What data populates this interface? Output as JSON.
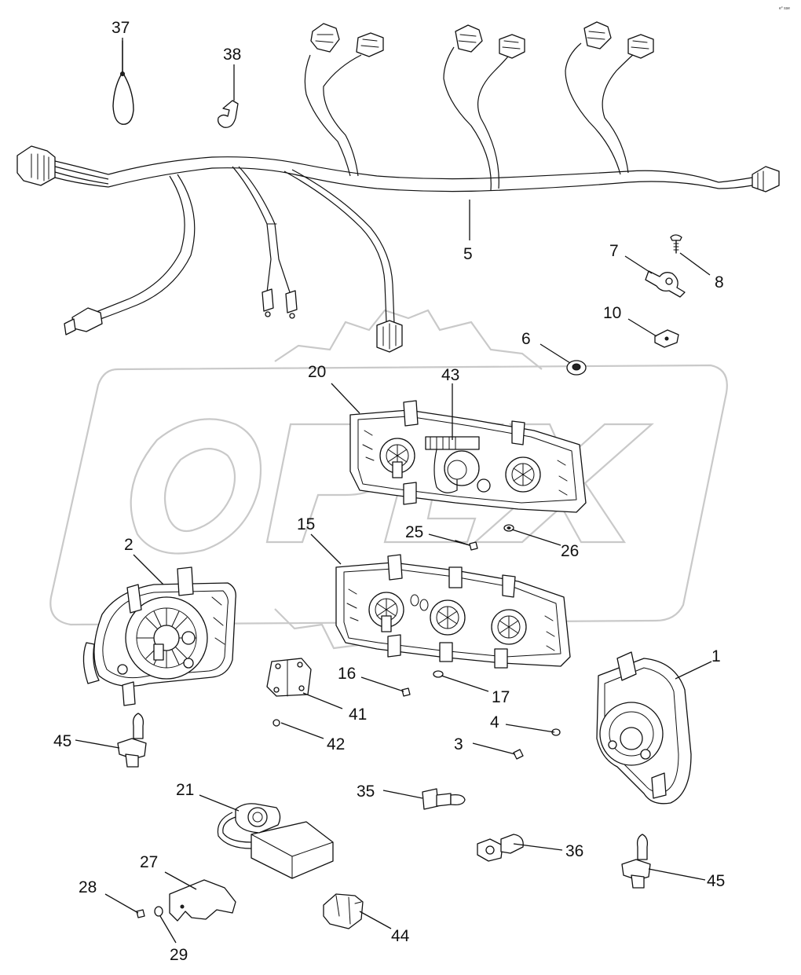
{
  "diagram": {
    "corner_code": "e° sse",
    "callouts": [
      {
        "id": "c37",
        "text": "37"
      },
      {
        "id": "c38",
        "text": "38"
      },
      {
        "id": "c5",
        "text": "5"
      },
      {
        "id": "c7",
        "text": "7"
      },
      {
        "id": "c8",
        "text": "8"
      },
      {
        "id": "c10",
        "text": "10"
      },
      {
        "id": "c6",
        "text": "6"
      },
      {
        "id": "c20",
        "text": "20"
      },
      {
        "id": "c43",
        "text": "43"
      },
      {
        "id": "c25",
        "text": "25"
      },
      {
        "id": "c26",
        "text": "26"
      },
      {
        "id": "c15",
        "text": "15"
      },
      {
        "id": "c2",
        "text": "2"
      },
      {
        "id": "c1",
        "text": "1"
      },
      {
        "id": "c16",
        "text": "16"
      },
      {
        "id": "c17",
        "text": "17"
      },
      {
        "id": "c41",
        "text": "41"
      },
      {
        "id": "c42",
        "text": "42"
      },
      {
        "id": "c4",
        "text": "4"
      },
      {
        "id": "c3",
        "text": "3"
      },
      {
        "id": "c45a",
        "text": "45"
      },
      {
        "id": "c35",
        "text": "35"
      },
      {
        "id": "c21",
        "text": "21"
      },
      {
        "id": "c36",
        "text": "36"
      },
      {
        "id": "c45b",
        "text": "45"
      },
      {
        "id": "c27",
        "text": "27"
      },
      {
        "id": "c28",
        "text": "28"
      },
      {
        "id": "c29",
        "text": "29"
      },
      {
        "id": "c44",
        "text": "44"
      }
    ]
  }
}
